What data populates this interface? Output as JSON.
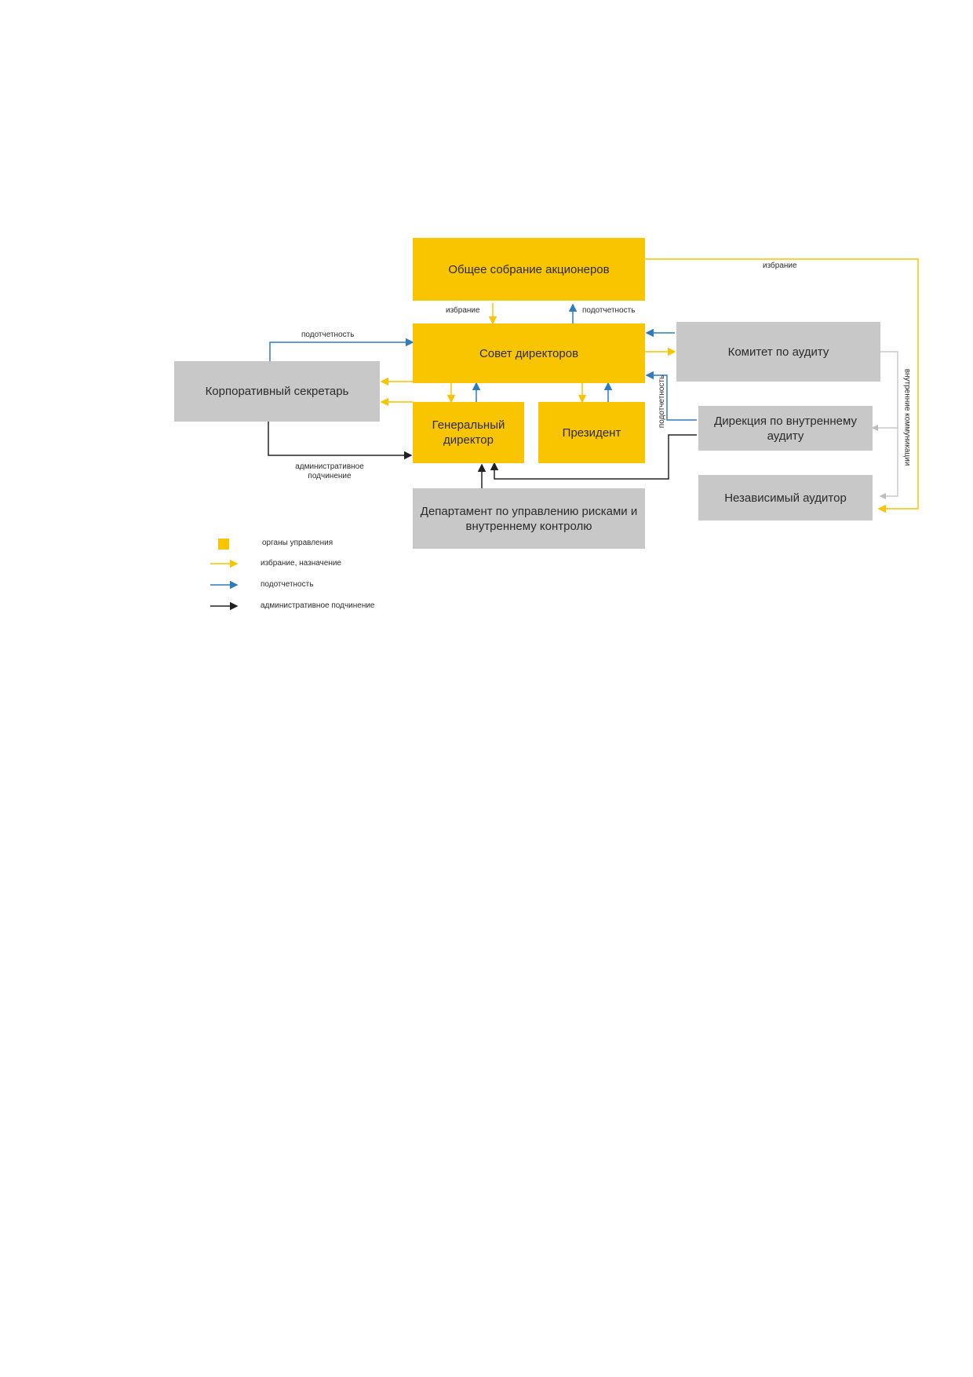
{
  "boxes": {
    "shareholders": "Общее собрание акционеров",
    "board": "Совет директоров",
    "corp_secretary": "Корпоративный секретарь",
    "ceo": "Генеральный директор",
    "president": "Президент",
    "audit_committee": "Комитет по аудиту",
    "internal_audit": "Дирекция по внутреннему аудиту",
    "independent_auditor": "Независимый аудитор",
    "risk_dept": "Департамент по управлению рисками и внутреннему контролю"
  },
  "labels": {
    "election_left": "избрание",
    "accountability_right": "подотчетность",
    "election_top_right": "избрание",
    "accountability_secretary": "подотчетность",
    "admin_subordination": "административное подчинение",
    "accountability_vertical": "подотчетность",
    "internal_communications": "внутренние коммуникации"
  },
  "legend": {
    "items": [
      {
        "text": "органы управления",
        "kind": "swatch",
        "color": "#f9c400"
      },
      {
        "text": "избрание, назначение",
        "kind": "line",
        "color": "#f9c400"
      },
      {
        "text": "подотчетность",
        "kind": "line",
        "color": "#2e7bbf"
      },
      {
        "text": "административное подчинение",
        "kind": "line",
        "color": "#222222"
      }
    ]
  },
  "colors": {
    "governing_body": "#f9c400",
    "unit": "#c8c8c8",
    "election": "#f9c400",
    "accountability": "#2e7bbf",
    "administrative": "#222222",
    "communication": "#bdbdbd"
  }
}
